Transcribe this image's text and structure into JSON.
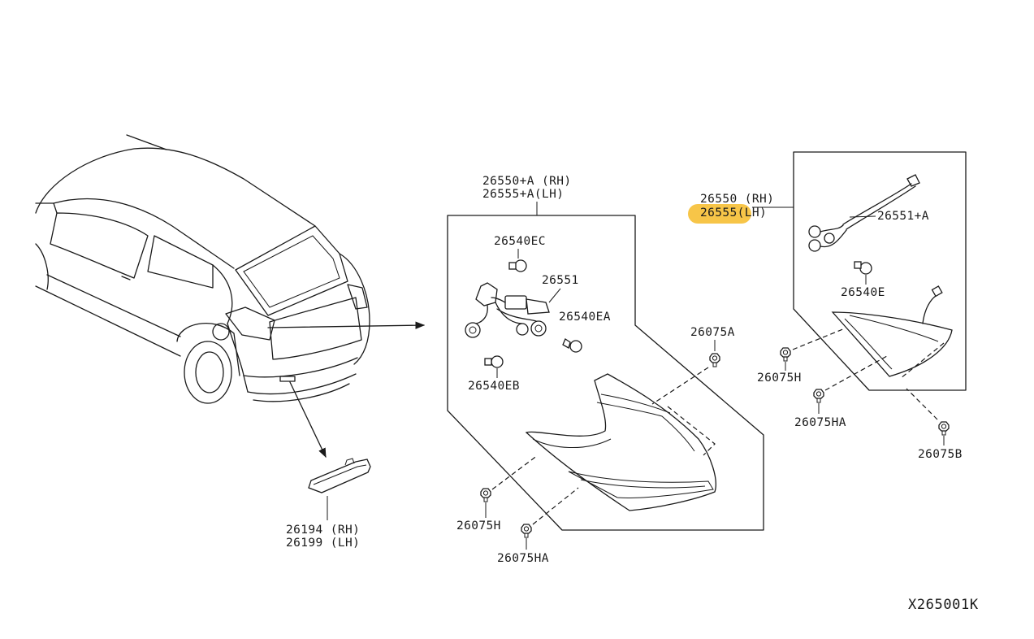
{
  "callouts": {
    "rear_lamp_assy_a": {
      "rh": "26550+A (RH)",
      "lh": "26555+A(LH)"
    },
    "bulb_ec": "26540EC",
    "harness": "26551",
    "bulb_ea": "26540EA",
    "bulb_eb": "26540EB",
    "screw_a": "26075A",
    "screw_h_center": "26075H",
    "screw_ha_center": "26075HA",
    "rear_lamp_assy": {
      "rh": "26550 (RH)",
      "lh": "26555(LH)"
    },
    "harness_a": "26551+A",
    "bulb_e": "26540E",
    "screw_h_right": "26075H",
    "screw_ha_right": "26075HA",
    "screw_b": "26075B",
    "side_marker": {
      "rh": "26194 (RH)",
      "lh": "26199 (LH)"
    }
  },
  "diagram_code": "X265001K",
  "colors": {
    "line": "#1a1a1a",
    "highlight": "#f7c548",
    "background": "#ffffff"
  }
}
